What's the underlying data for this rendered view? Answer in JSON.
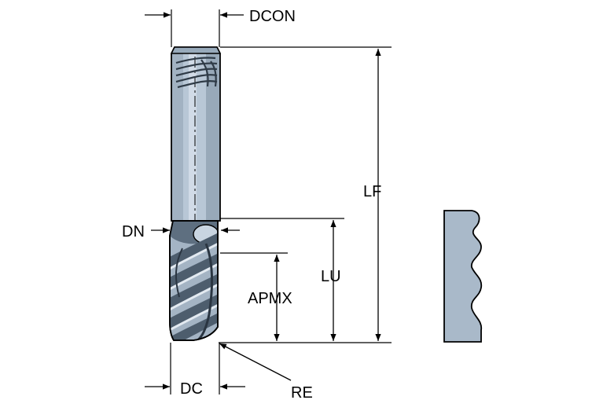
{
  "labels": {
    "dcon": "DCON",
    "lf": "LF",
    "dn": "DN",
    "lu": "LU",
    "apmx": "APMX",
    "dc": "DC",
    "re": "RE"
  },
  "colors": {
    "tool_fill": "#b8c7d6",
    "tool_dark": "#5e6f80",
    "tool_highlight": "#dbe4ee",
    "outline": "#000000",
    "profile_fill": "#a9b9c9"
  }
}
